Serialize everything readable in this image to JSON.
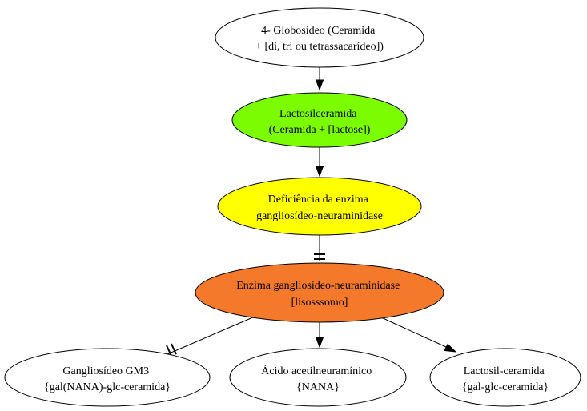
{
  "nodes": {
    "globosideo": {
      "lines": [
        "4- Globosídeo (Ceramida",
        "+ [di, tri ou tetrassacarídeo])"
      ],
      "fill": "#ffffff"
    },
    "lactosilceramida": {
      "lines": [
        "Lactosilceramida",
        "(Ceramida + [lactose])"
      ],
      "fill": "#7cfc00"
    },
    "deficiencia": {
      "lines": [
        "Deficiência da enzima",
        "gangliosídeo-neuraminidase"
      ],
      "fill": "#ffff00"
    },
    "enzima": {
      "lines": [
        "Enzima gangliosídeo-neuraminidase",
        "[lisosssomo]"
      ],
      "fill": "#f4792a"
    },
    "gm3": {
      "lines": [
        "Gangliosídeo GM3",
        "{gal(NANA)-glc-ceramida}"
      ],
      "fill": "#ffffff"
    },
    "nana": {
      "lines": [
        "Ácido acetilneuramínico",
        "{NANA}"
      ],
      "fill": "#ffffff"
    },
    "lactosil": {
      "lines": [
        "Lactosil-ceramida",
        "{gal-glc-ceramida}"
      ],
      "fill": "#ffffff"
    }
  },
  "edges": [
    {
      "from": "globosideo",
      "to": "lactosilceramida",
      "kind": "arrow"
    },
    {
      "from": "lactosilceramida",
      "to": "deficiencia",
      "kind": "arrow"
    },
    {
      "from": "deficiencia",
      "to": "enzima",
      "kind": "tee"
    },
    {
      "from": "enzima",
      "to": "gm3",
      "kind": "tee"
    },
    {
      "from": "enzima",
      "to": "nana",
      "kind": "arrow"
    },
    {
      "from": "enzima",
      "to": "lactosil",
      "kind": "arrow"
    }
  ]
}
